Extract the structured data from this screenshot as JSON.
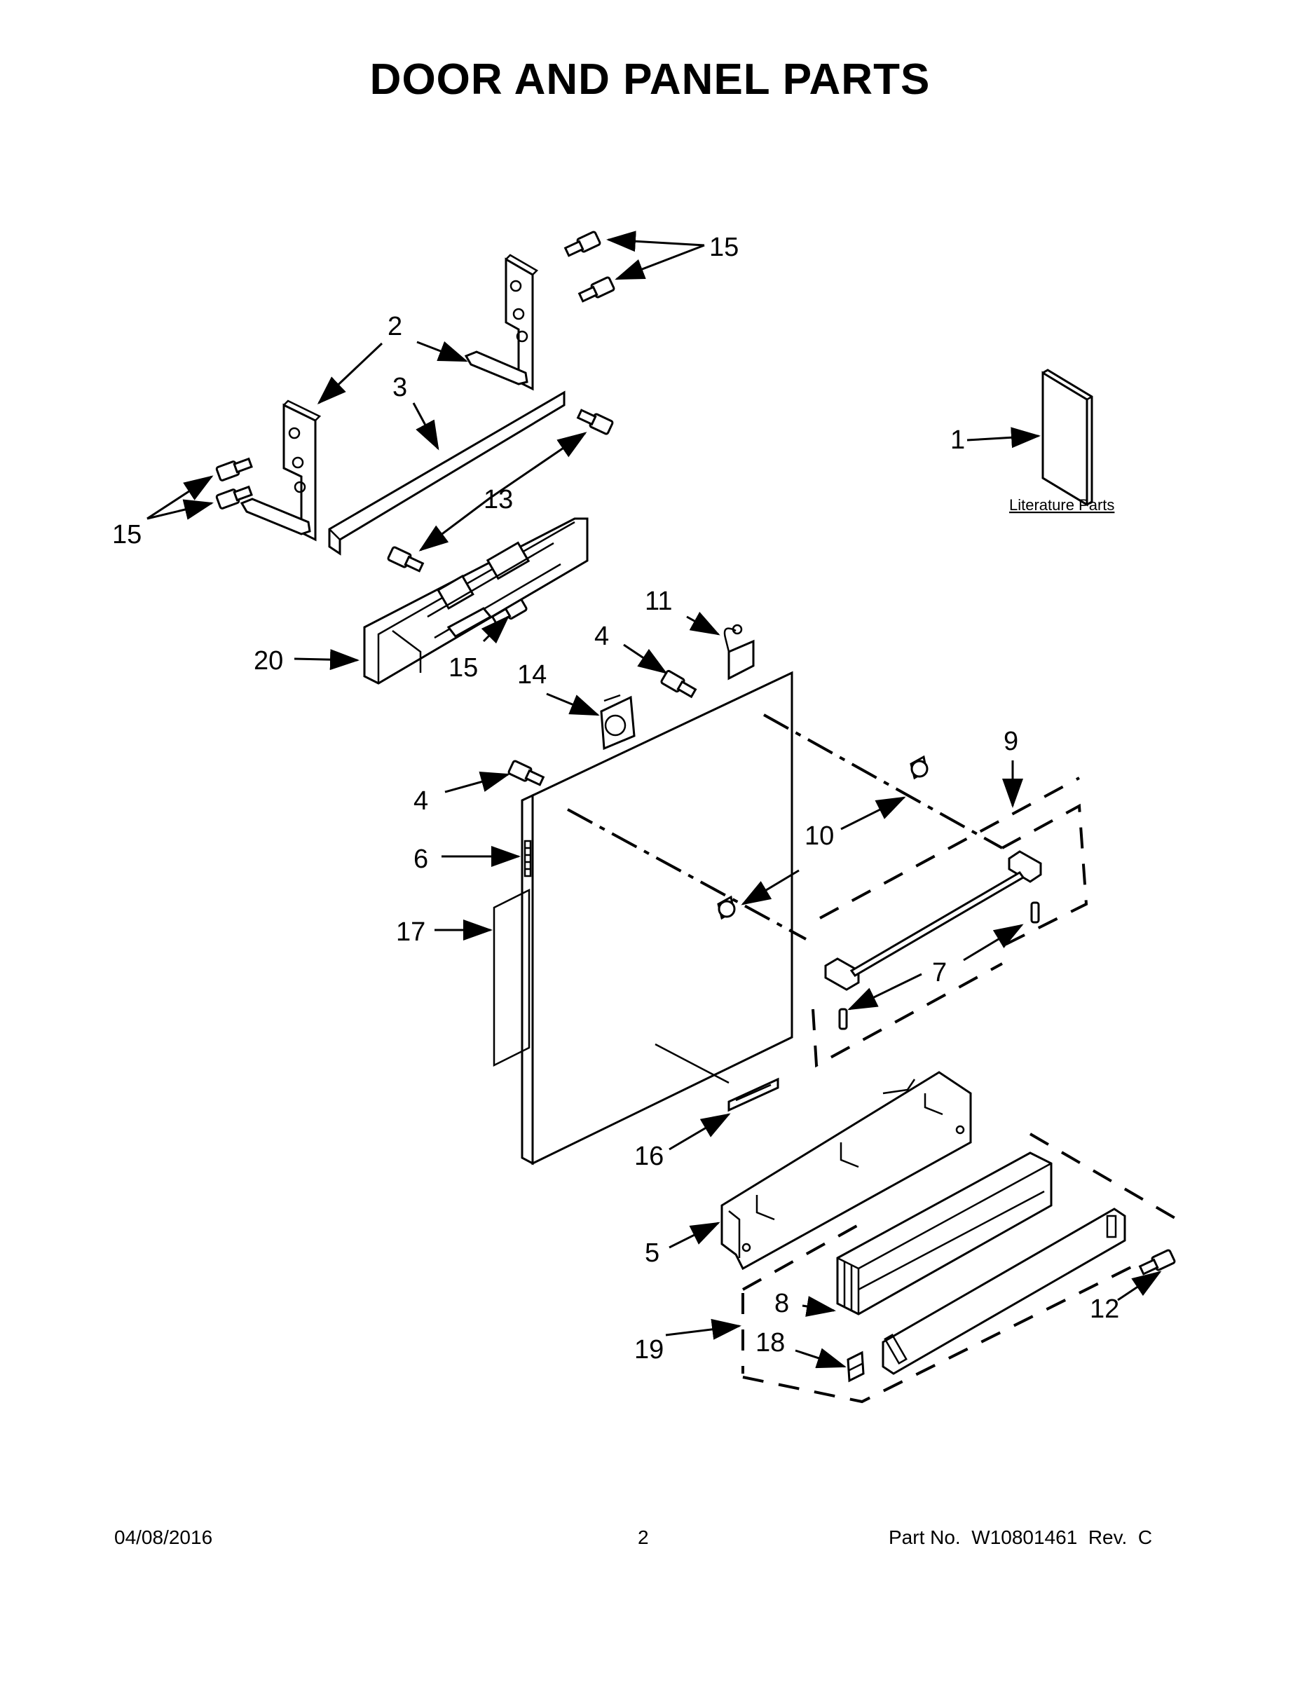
{
  "page": {
    "title": "DOOR AND PANEL PARTS",
    "literature_caption": "Literature Parts",
    "footer": {
      "date": "04/08/2016",
      "page_number": "2",
      "part_number": "Part No.  W10801461  Rev.  C"
    }
  },
  "callouts": {
    "c1": "1",
    "c2": "2",
    "c3": "3",
    "c4a": "4",
    "c4b": "4",
    "c5": "5",
    "c6": "6",
    "c7": "7",
    "c8": "8",
    "c9": "9",
    "c10": "10",
    "c11": "11",
    "c12": "12",
    "c13": "13",
    "c14": "14",
    "c15a": "15",
    "c15b": "15",
    "c15c": "15",
    "c16": "16",
    "c17": "17",
    "c18": "18",
    "c19": "19",
    "c20": "20"
  }
}
